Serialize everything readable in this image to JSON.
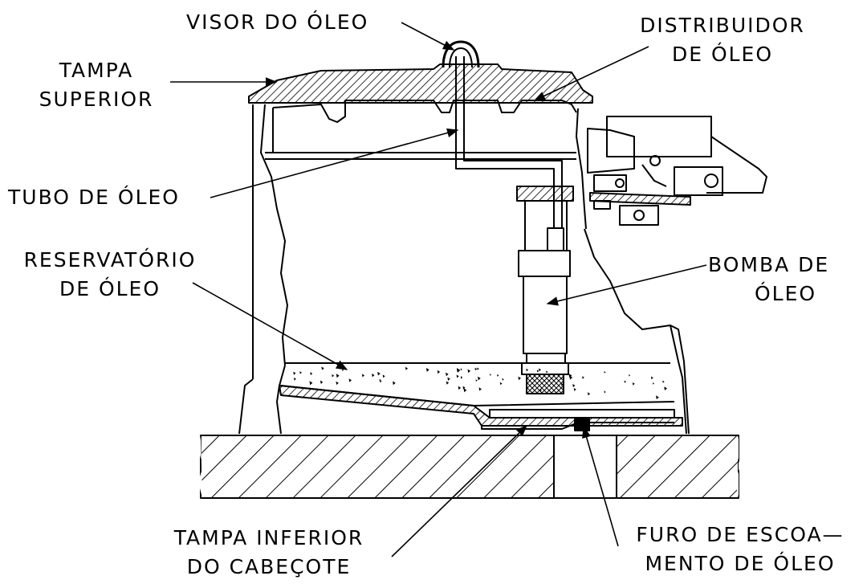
{
  "colors": {
    "ink": "#000000",
    "paper": "#ffffff"
  },
  "labels": {
    "visor": {
      "line1": "VISOR DO ÓLEO"
    },
    "distribuidor": {
      "line1": "DISTRIBUIDOR",
      "line2": "DE ÓLEO"
    },
    "tampa_superior": {
      "line1": "TAMPA",
      "line2": "SUPERIOR"
    },
    "tubo": {
      "line1": "TUBO DE ÓLEO"
    },
    "reservatorio": {
      "line1": "RESERVATÓRIO",
      "line2": "DE ÓLEO"
    },
    "bomba": {
      "line1": "BOMBA DE",
      "line2": "ÓLEO"
    },
    "tampa_inferior": {
      "line1": "TAMPA INFERIOR",
      "line2": "DO CABEÇOTE"
    },
    "furo": {
      "line1": "FURO DE ESCOA—",
      "line2": "MENTO DE ÓLEO"
    }
  }
}
